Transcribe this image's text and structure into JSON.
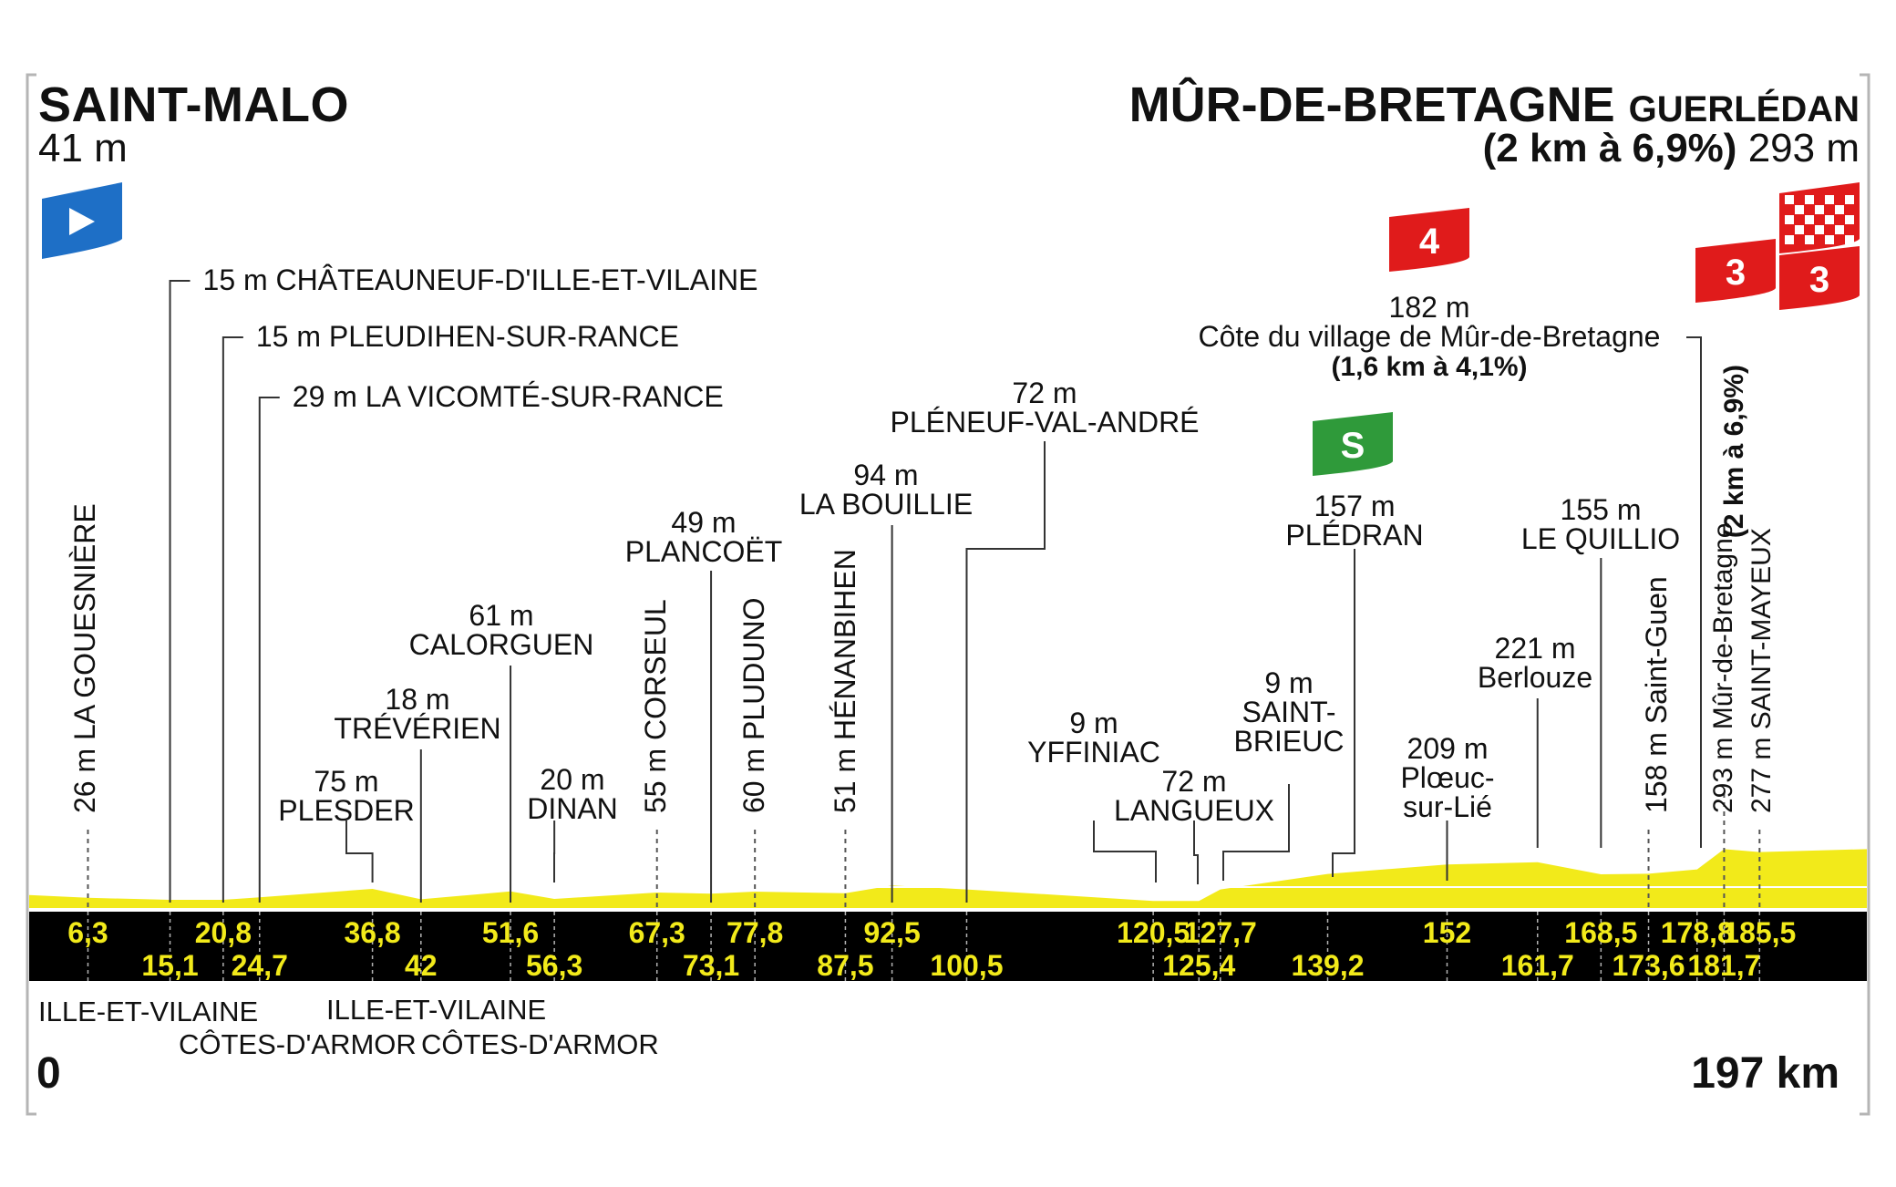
{
  "start": {
    "city": "SAINT-MALO",
    "altitude": "41 m"
  },
  "finish": {
    "city": "MÛR-DE-BRETAGNE",
    "suffix": "GUERLÉDAN",
    "climb": "(2 km à 6,9%)",
    "altitude": "293 m"
  },
  "departments": {
    "left_top": "ILLE-ET-VILAINE",
    "left_bottom": "CÔTES-D'ARMOR",
    "mid_top": "ILLE-ET-VILAINE",
    "mid_bottom": "CÔTES-D'ARMOR"
  },
  "km_start": "0",
  "km_end": "197 km",
  "colors": {
    "profile": "#f2ea1a",
    "distance_band": "#000000",
    "distance_text": "#f2ea1a",
    "start_flag": "#1e6fc6",
    "climb_badge": "#e01b1b",
    "sprint_badge": "#2f9a3a",
    "finish_flag": "#e01b1b"
  },
  "icons": {
    "start": "start-flag-icon",
    "finish": "checkered-finish-flag-icon",
    "sprint": "intermediate-sprint-icon",
    "climb": "climb-category-icon"
  },
  "badges": {
    "climb_cat4": "4",
    "climb_cat3": "3",
    "sprint": "S"
  },
  "chart_data": {
    "type": "area",
    "title": "",
    "xlabel": "",
    "ylabel": "",
    "xlim": [
      0,
      197
    ],
    "grid": false,
    "profile": {
      "x": [
        0,
        6.3,
        15.1,
        20.8,
        24.7,
        36.8,
        42,
        51.6,
        56.3,
        67.3,
        73.1,
        77.8,
        87.5,
        92.5,
        100.5,
        120.5,
        125.4,
        127.7,
        139.2,
        152,
        161.7,
        168.5,
        173.6,
        178.8,
        181.7,
        185.5,
        197
      ],
      "y": [
        41,
        26,
        15,
        15,
        29,
        75,
        18,
        61,
        20,
        55,
        49,
        60,
        51,
        94,
        72,
        9,
        9,
        72,
        157,
        209,
        221,
        155,
        158,
        182,
        293,
        277,
        293
      ]
    },
    "distance_markers": [
      {
        "km": 6.3,
        "label": "6,3"
      },
      {
        "km": 15.1,
        "label": "15,1"
      },
      {
        "km": 20.8,
        "label": "20,8"
      },
      {
        "km": 24.7,
        "label": "24,7"
      },
      {
        "km": 36.8,
        "label": "36,8"
      },
      {
        "km": 42,
        "label": "42"
      },
      {
        "km": 51.6,
        "label": "51,6"
      },
      {
        "km": 56.3,
        "label": "56,3"
      },
      {
        "km": 67.3,
        "label": "67,3"
      },
      {
        "km": 73.1,
        "label": "73,1"
      },
      {
        "km": 77.8,
        "label": "77,8"
      },
      {
        "km": 87.5,
        "label": "87,5"
      },
      {
        "km": 92.5,
        "label": "92,5"
      },
      {
        "km": 100.5,
        "label": "100,5"
      },
      {
        "km": 120.5,
        "label": "120,5"
      },
      {
        "km": 125.4,
        "label": "125,4"
      },
      {
        "km": 127.7,
        "label": "127,7"
      },
      {
        "km": 139.2,
        "label": "139,2"
      },
      {
        "km": 152,
        "label": "152"
      },
      {
        "km": 161.7,
        "label": "161,7"
      },
      {
        "km": 168.5,
        "label": "168,5"
      },
      {
        "km": 173.6,
        "label": "173,6"
      },
      {
        "km": 178.8,
        "label": "178,8"
      },
      {
        "km": 181.7,
        "label": "181,7"
      },
      {
        "km": 185.5,
        "label": "185,5"
      }
    ],
    "places": [
      {
        "km": 6.3,
        "alt": "26 m",
        "name": "LA GOUESNIÈRE"
      },
      {
        "km": 15.1,
        "alt": "15 m",
        "name": "CHÂTEAUNEUF-D'ILLE-ET-VILAINE"
      },
      {
        "km": 20.8,
        "alt": "15 m",
        "name": "PLEUDIHEN-SUR-RANCE"
      },
      {
        "km": 24.7,
        "alt": "29 m",
        "name": "LA VICOMTÉ-SUR-RANCE"
      },
      {
        "km": 36.8,
        "alt": "75 m",
        "name": "PLESDER"
      },
      {
        "km": 42,
        "alt": "18 m",
        "name": "TRÉVÉRIEN"
      },
      {
        "km": 51.6,
        "alt": "61 m",
        "name": "CALORGUEN"
      },
      {
        "km": 56.3,
        "alt": "20 m",
        "name": "DINAN"
      },
      {
        "km": 67.3,
        "alt": "55 m",
        "name": "CORSEUL"
      },
      {
        "km": 73.1,
        "alt": "49 m",
        "name": "PLANCOËT"
      },
      {
        "km": 77.8,
        "alt": "60 m",
        "name": "PLUDUNO"
      },
      {
        "km": 87.5,
        "alt": "51 m",
        "name": "HÉNANBIHEN"
      },
      {
        "km": 92.5,
        "alt": "94 m",
        "name": "LA BOUILLIE"
      },
      {
        "km": 100.5,
        "alt": "72 m",
        "name": "PLÉNEUF-VAL-ANDRÉ"
      },
      {
        "km": 120.5,
        "alt": "9 m",
        "name": "YFFINIAC"
      },
      {
        "km": 125.4,
        "alt": "72 m",
        "name": "LANGUEUX"
      },
      {
        "km": 127.7,
        "alt": "9 m",
        "name_lines": [
          "SAINT-",
          "BRIEUC"
        ]
      },
      {
        "km": 139.2,
        "alt": "157 m",
        "name": "PLÉDRAN"
      },
      {
        "km": 152,
        "alt": "209 m",
        "name_lines": [
          "Plœuc-",
          "sur-Lié"
        ]
      },
      {
        "km": 161.7,
        "alt": "221 m",
        "name": "Berlouze"
      },
      {
        "km": 168.5,
        "alt": "155 m",
        "name": "LE QUILLIO"
      },
      {
        "km": 173.6,
        "alt": "158 m",
        "name": "Saint-Guen"
      },
      {
        "km": 178.8,
        "alt": "182 m",
        "name": "Côte du village de Mûr-de-Bretagne",
        "detail": "(1,6 km à 4,1%)"
      },
      {
        "km": 181.7,
        "alt": "293 m",
        "name": "Mûr-de-Bretagne",
        "detail": "(2 km à 6,9%)"
      },
      {
        "km": 185.5,
        "alt": "277 m",
        "name": "SAINT-MAYEUX"
      }
    ]
  }
}
